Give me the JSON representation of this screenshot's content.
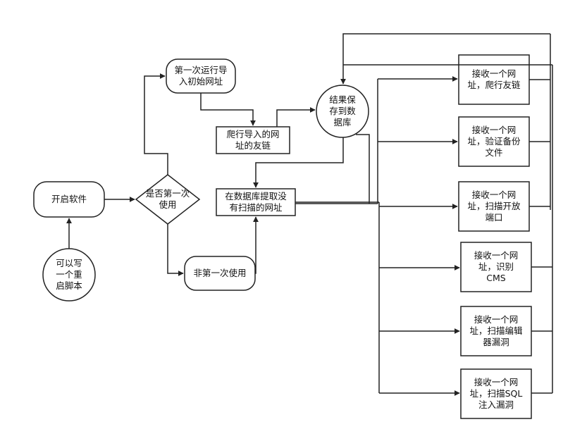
{
  "nodes": {
    "start": "开启软件",
    "restart_script": "可以写\n一个重\n启脚本",
    "decision_first_use": "是否第一次\n使用",
    "first_run_import": "第一次运行导\n入初始网址",
    "crawl_imported": "爬行导入的网\n址的友链",
    "save_db": "结果保\n存到数\n据库",
    "not_first_use": "非第一次使用",
    "fetch_unscanned": "在数据库提取没\n有扫描的网址",
    "worker_crawl": "接收一个网\n址，爬行友链",
    "worker_backup": "接收一个网\n址，验证备份\n文件",
    "worker_ports": "接收一个网\n址，扫描开放\n端口",
    "worker_cms": "接收一个网\n址，识别\nCMS",
    "worker_editor": "接收一个网\n址，扫描编辑\n器漏洞",
    "worker_sql": "接收一个网\n址，扫描SQL\n注入漏洞"
  },
  "style": {
    "stroke": "#222222",
    "fill": "#ffffff",
    "text": "#111111"
  }
}
